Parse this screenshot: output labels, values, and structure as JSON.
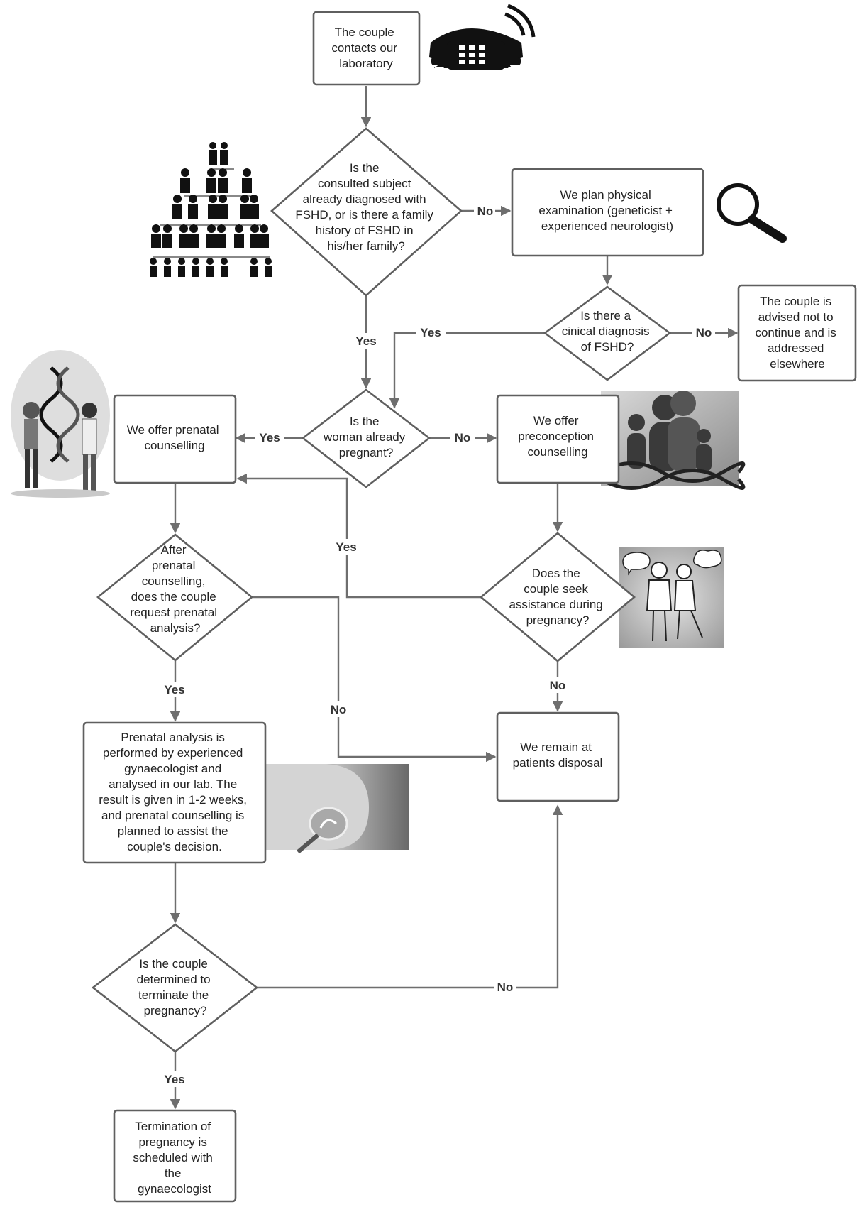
{
  "nodes": {
    "contact": [
      "The couple",
      "contacts our",
      "laboratory"
    ],
    "diagnosed_question": [
      "Is the",
      "consulted subject",
      "already diagnosed with",
      "FSHD, or is there a family",
      "history of FSHD in",
      "his/her family?"
    ],
    "physical_exam": [
      "We plan physical",
      "examination (geneticist +",
      "experienced neurologist)"
    ],
    "clinical_question": [
      "Is there a",
      "cinical diagnosis",
      "of FSHD?"
    ],
    "advised_elsewhere": [
      "The couple is",
      "advised not to",
      "continue and is",
      "addressed",
      "elsewhere"
    ],
    "pregnant_question": [
      "Is the",
      "woman already",
      "pregnant?"
    ],
    "prenatal_counselling": [
      "We offer prenatal",
      "counselling"
    ],
    "preconception_counselling": [
      "We offer",
      "preconception",
      "counselling"
    ],
    "request_question": [
      "After",
      "prenatal",
      "counselling,",
      "does the couple",
      "request prenatal",
      "analysis?"
    ],
    "assistance_question": [
      "Does the",
      "couple seek",
      "assistance during",
      "pregnancy?"
    ],
    "prenatal_analysis": [
      "Prenatal analysis is",
      "performed by experienced",
      "gynaecologist and",
      "analysed in our lab. The",
      "result is given in 1-2 weeks,",
      "and prenatal counselling is",
      "planned to assist the",
      "couple's decision."
    ],
    "remain_disposal": [
      "We remain at",
      "patients disposal"
    ],
    "terminate_question": [
      "Is the couple",
      "determined to",
      "terminate the",
      "pregnancy?"
    ],
    "termination": [
      "Termination of",
      "pregnancy is",
      "scheduled with",
      "the",
      "gynaecologist"
    ]
  },
  "edges": {
    "diag_no": "No",
    "diag_yes": "Yes",
    "clinical_yes": "Yes",
    "clinical_no": "No",
    "pregnant_yes": "Yes",
    "pregnant_no": "No",
    "assist_yes": "Yes",
    "assist_no": "No",
    "request_yes": "Yes",
    "request_no": "No",
    "terminate_no": "No",
    "terminate_yes": "Yes"
  },
  "illustrations": [
    "telephone-icon",
    "family-tree-icon",
    "magnifier-icon",
    "dna-consultation-illustration",
    "family-dna-illustration",
    "conversation-illustration",
    "ultrasound-illustration"
  ]
}
